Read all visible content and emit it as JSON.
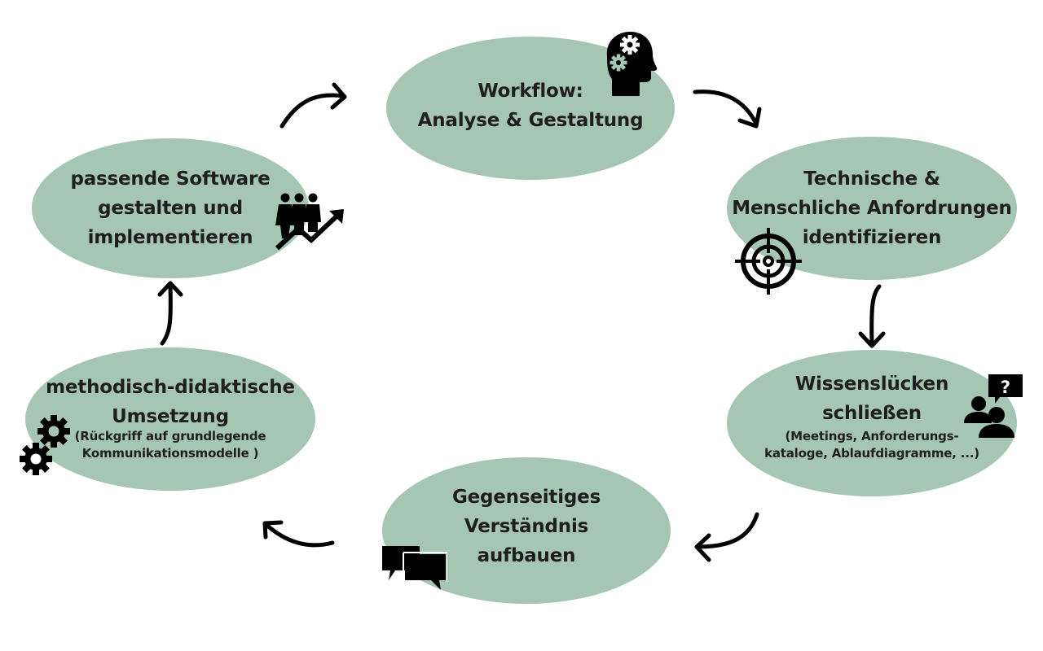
{
  "diagram": {
    "type": "cycle",
    "colors": {
      "node_fill": "#a5c6b3",
      "text": "#1e1e1e",
      "arrow": "#000000",
      "background": "#ffffff"
    },
    "nodes": [
      {
        "id": "workflow",
        "lines": [
          "Workflow:",
          "Analyse & Gestaltung"
        ],
        "sub": [],
        "icon": "head-gears-icon"
      },
      {
        "id": "anforderungen",
        "lines": [
          "Technische &",
          "Menschliche Anfordrungen",
          "identifizieren"
        ],
        "sub": [],
        "icon": "target-icon"
      },
      {
        "id": "wissensluecken",
        "lines": [
          "Wissenslücken",
          "schließen"
        ],
        "sub": [
          "(Meetings, Anforderungs-",
          "kataloge, Ablaufdiagramme, ...)"
        ],
        "icon": "people-question-icon"
      },
      {
        "id": "verstaendnis",
        "lines": [
          "Gegenseitiges",
          "Verständnis",
          "aufbauen"
        ],
        "sub": [],
        "icon": "chat-bubbles-icon"
      },
      {
        "id": "umsetzung",
        "lines": [
          "methodisch-didaktische",
          "Umsetzung"
        ],
        "sub": [
          "(Rückgriff auf grundlegende",
          "Kommunikationsmodelle )"
        ],
        "icon": "gears-icon"
      },
      {
        "id": "software",
        "lines": [
          "passende Software",
          "gestalten und",
          "implementieren"
        ],
        "sub": [],
        "icon": "team-growth-icon"
      }
    ],
    "edges": [
      {
        "from": "workflow",
        "to": "anforderungen"
      },
      {
        "from": "anforderungen",
        "to": "wissensluecken"
      },
      {
        "from": "wissensluecken",
        "to": "verstaendnis"
      },
      {
        "from": "verstaendnis",
        "to": "umsetzung"
      },
      {
        "from": "umsetzung",
        "to": "software"
      },
      {
        "from": "software",
        "to": "workflow"
      }
    ]
  }
}
